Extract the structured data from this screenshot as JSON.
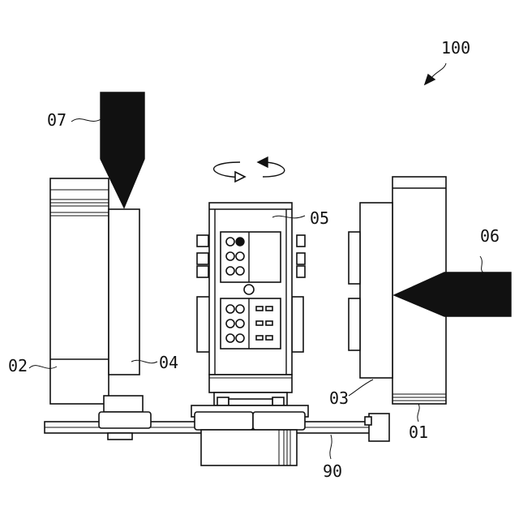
{
  "labels": {
    "assembly": "100",
    "part_01": "01",
    "part_02": "02",
    "part_03": "03",
    "part_04": "04",
    "part_05": "05",
    "part_06": "06",
    "part_07": "07",
    "part_90": "90"
  },
  "colors": {
    "ink": "#111111",
    "paper": "#ffffff"
  },
  "icons": [
    "rotation-arrow-icon",
    "pointer-arrow-icon"
  ]
}
